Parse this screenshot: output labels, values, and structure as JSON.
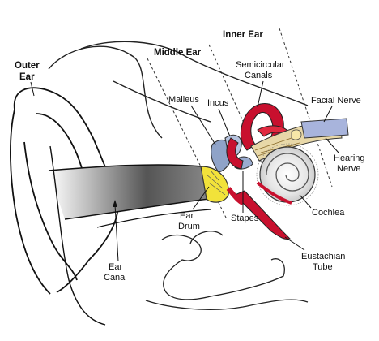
{
  "diagram": {
    "headers": {
      "outer_ear": [
        "Outer",
        "Ear"
      ],
      "middle_ear": "Middle Ear",
      "inner_ear": "Inner Ear"
    },
    "labels": {
      "semicircular_canals": [
        "Semicircular",
        "Canals"
      ],
      "malleus": "Malleus",
      "incus": "Incus",
      "facial_nerve": "Facial Nerve",
      "hearing_nerve": [
        "Hearing",
        "Nerve"
      ],
      "cochlea": "Cochlea",
      "ear_drum": [
        "Ear",
        "Drum"
      ],
      "stapes": "Stapes",
      "eustachian_tube": [
        "Eustachian",
        "Tube"
      ],
      "ear_canal": [
        "Ear",
        "Canal"
      ]
    },
    "colors": {
      "semicircular_canals": "#c8102e",
      "ossicles": "#8fa3c8",
      "ear_drum": "#f2e23a",
      "nerve_bundle": "#e8d8a8",
      "facial_nerve_band": "#a8b4dc",
      "canal_shadow": "#444444"
    }
  }
}
